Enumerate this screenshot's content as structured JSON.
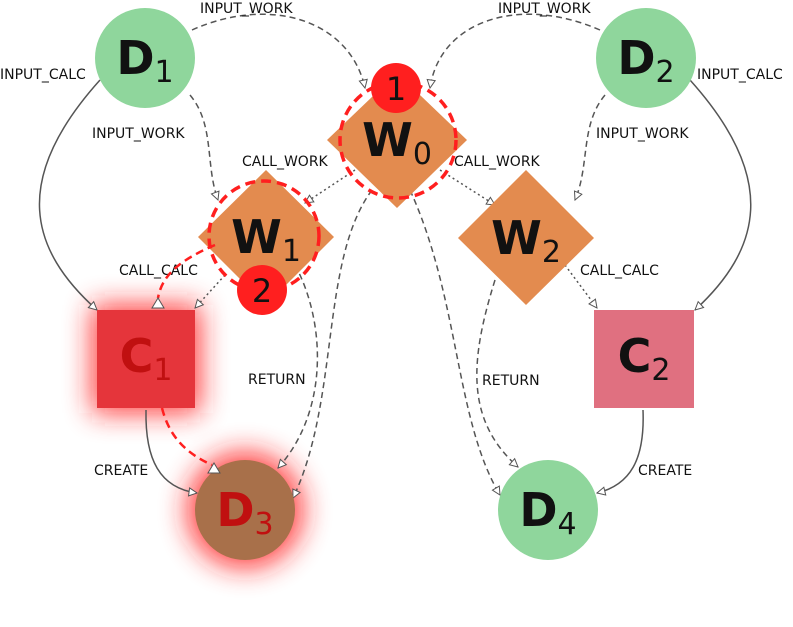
{
  "colors": {
    "data_node": "#8fd69c",
    "work_node": "#e38b4f",
    "calc_node": "#e07080",
    "highlight": "#ff1f1f",
    "edge": "#555555",
    "text_dark": "#111111",
    "text_highlight": "#c01010"
  },
  "nodes": {
    "d1": {
      "main": "D",
      "sub": "1"
    },
    "d2": {
      "main": "D",
      "sub": "2"
    },
    "d3": {
      "main": "D",
      "sub": "3"
    },
    "d4": {
      "main": "D",
      "sub": "4"
    },
    "w0": {
      "main": "W",
      "sub": "0"
    },
    "w1": {
      "main": "W",
      "sub": "1"
    },
    "w2": {
      "main": "W",
      "sub": "2"
    },
    "c1": {
      "main": "C",
      "sub": "1"
    },
    "c2": {
      "main": "C",
      "sub": "2"
    }
  },
  "badges": {
    "step1": "1",
    "step2": "2"
  },
  "edge_labels": {
    "d1_w0": "INPUT_WORK",
    "d2_w0": "INPUT_WORK",
    "d1_c1": "INPUT_CALC",
    "d2_c2": "INPUT_CALC",
    "d1_w1": "INPUT_WORK",
    "d2_w2": "INPUT_WORK",
    "w0_w1": "CALL_WORK",
    "w0_w2": "CALL_WORK",
    "w1_c1": "CALL_CALC",
    "w2_c2": "CALL_CALC",
    "w1_d3": "RETURN",
    "w2_d4": "RETURN",
    "c1_d3": "CREATE",
    "c2_d4": "CREATE"
  }
}
